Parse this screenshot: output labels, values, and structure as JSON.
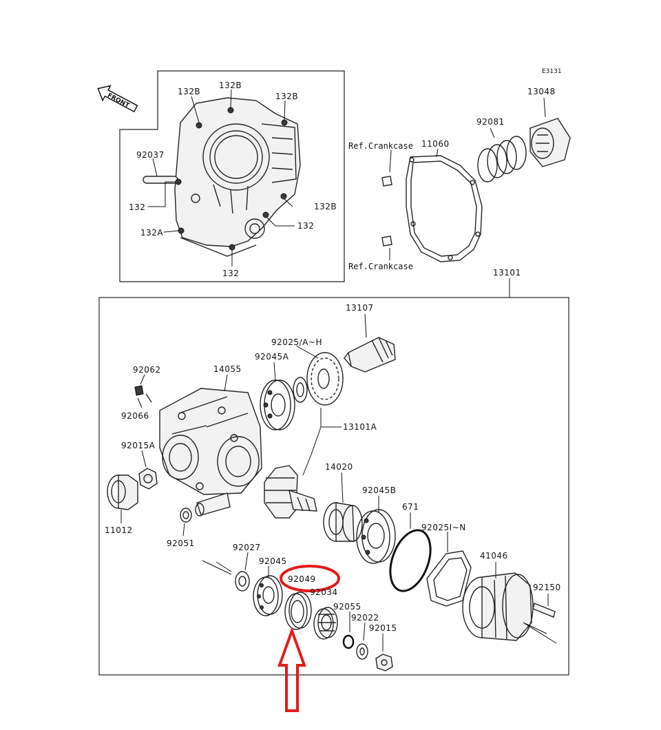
{
  "diagram_code": "E3131",
  "front_label": "FRONT",
  "labels": {
    "l_132b_a": "132B",
    "l_132b_b": "132B",
    "l_132b_c": "132B",
    "l_132b_d": "132B",
    "l_92037": "92037",
    "l_132_a": "132",
    "l_132a": "132A",
    "l_132_b": "132",
    "l_132_c": "132",
    "l_ref_crankcase_top": "Ref.Crankcase",
    "l_ref_crankcase_bottom": "Ref.Crankcase",
    "l_11060": "11060",
    "l_92081": "92081",
    "l_13048": "13048",
    "l_13101": "13101",
    "l_13107": "13107",
    "l_92025_a_h": "92025/A~H",
    "l_92045a": "92045A",
    "l_92062": "92062",
    "l_14055": "14055",
    "l_92066": "92066",
    "l_13101a": "13101A",
    "l_92015a": "92015A",
    "l_14020": "14020",
    "l_92045b": "92045B",
    "l_671": "671",
    "l_92025_i_n": "92025I~N",
    "l_11012": "11012",
    "l_92051": "92051",
    "l_92027": "92027",
    "l_92045": "92045",
    "l_92049": "92049",
    "l_92034": "92034",
    "l_41046": "41046",
    "l_92055": "92055",
    "l_92022": "92022",
    "l_92015": "92015",
    "l_92150": "92150"
  },
  "highlight_color": "#e31b1b"
}
